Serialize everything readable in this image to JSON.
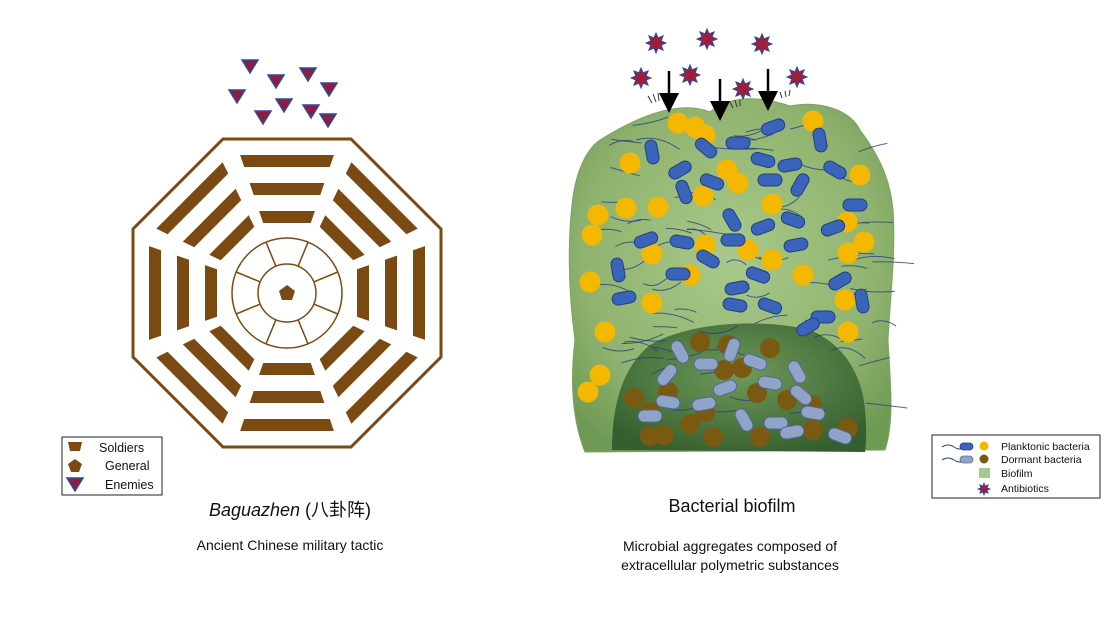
{
  "left": {
    "title_italic": "Baguazhen",
    "title_rest": " (八卦阵)",
    "subtitle": "Ancient Chinese military tactic",
    "legend": {
      "soldiers": "Soldiers",
      "general": "General",
      "enemies": "Enemies"
    }
  },
  "right": {
    "title": "Bacterial biofilm",
    "subtitle_line1": "Microbial aggregates composed of",
    "subtitle_line2": "extracellular polymetric substances",
    "legend": {
      "planktonic": "Planktonic bacteria",
      "dormant": "Dormant bacteria",
      "biofilm": "Biofilm",
      "antibiotics": "Antibiotics"
    }
  },
  "colors": {
    "brown": "#7b4a12",
    "enemy_fill": "#8f1c3a",
    "enemy_stroke": "#2f4aa0",
    "biofilm_green": "#8fb36e",
    "biofilm_dark": "#3f6a35",
    "planktonic_blue": "#3a64b9",
    "planktonic_yellow": "#f5b800",
    "dormant_blue": "#8fa4c8",
    "dormant_brown": "#7a5a10",
    "antibiotic": "#9e1e3c"
  }
}
